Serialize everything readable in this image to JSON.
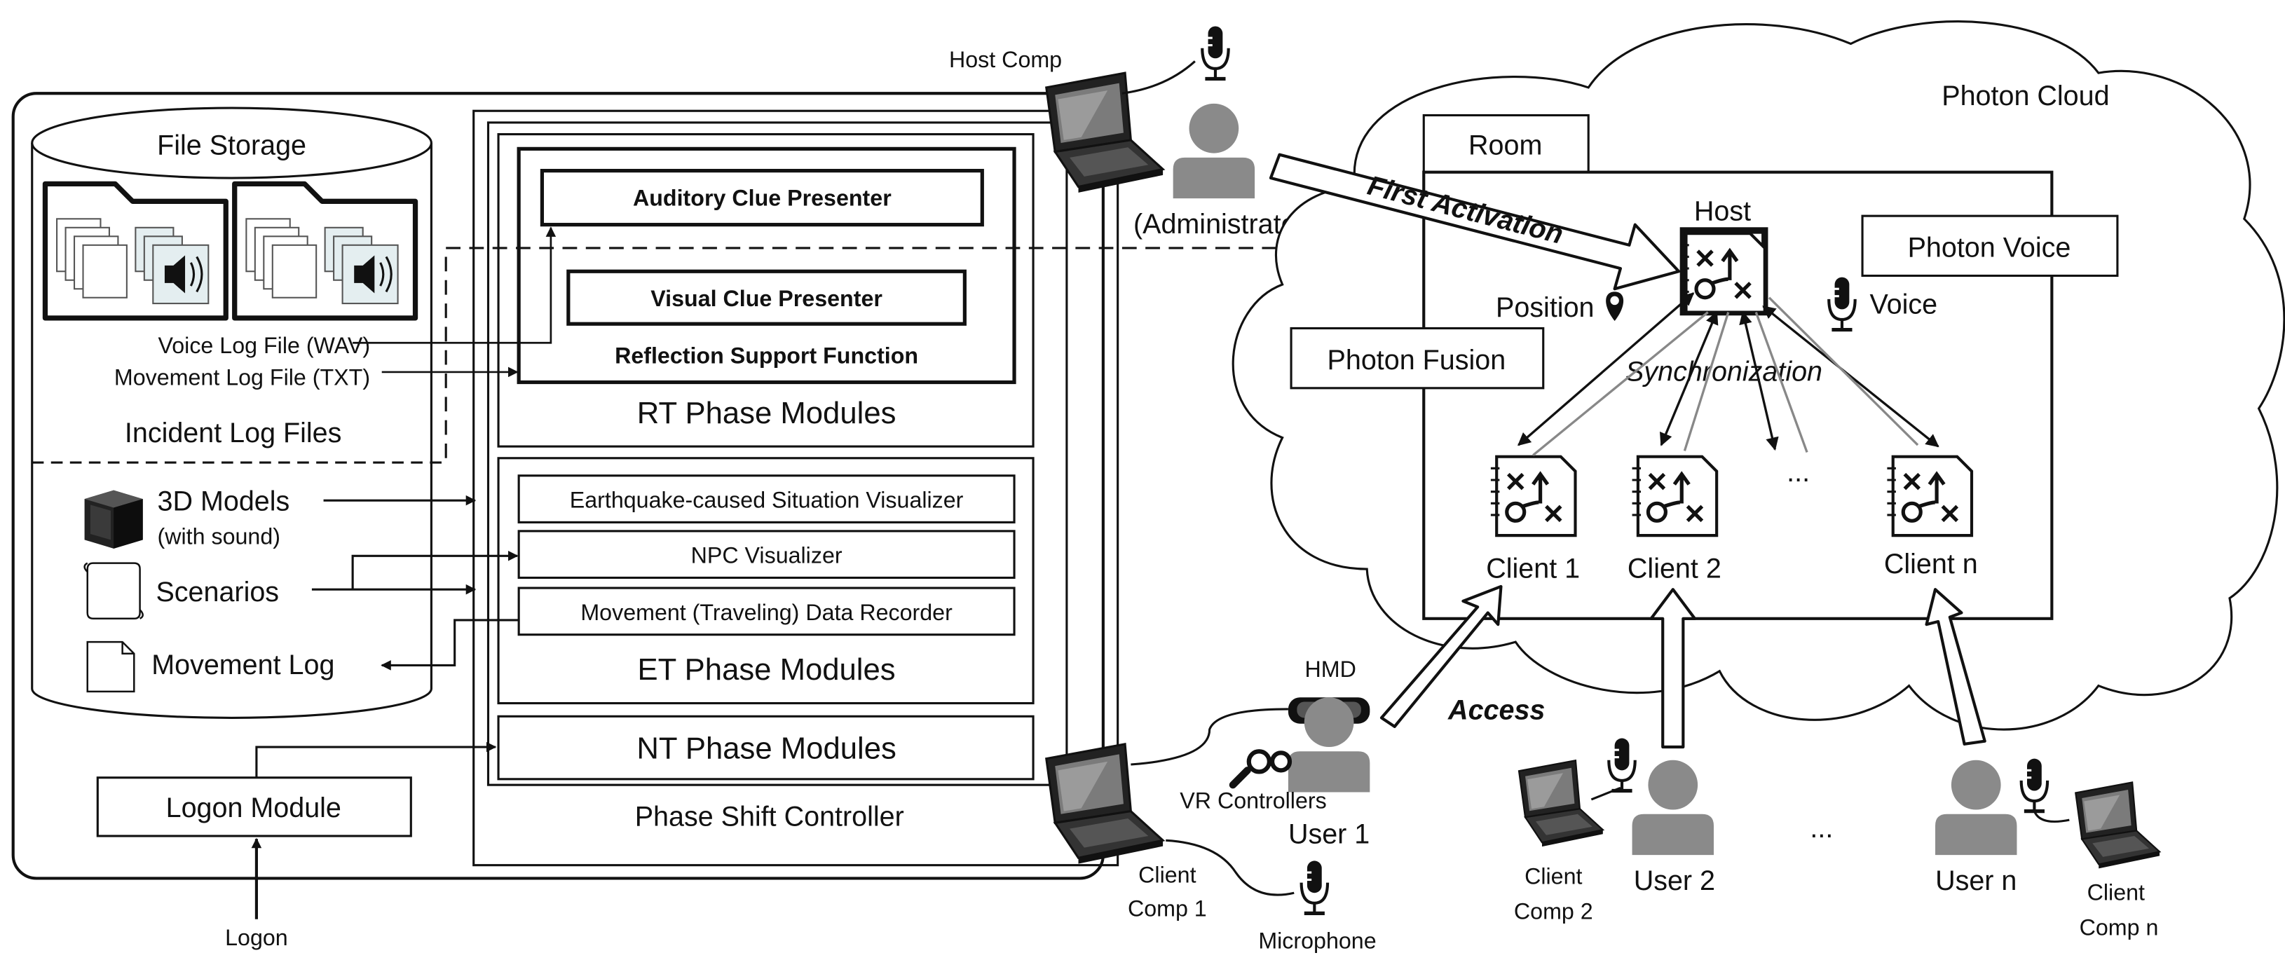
{
  "storage": {
    "file_storage": "File Storage",
    "voice_log_file": "Voice Log File (WAV)",
    "movement_log_file": "Movement Log File (TXT)",
    "incident_log_files": "Incident Log Files",
    "models_3d": "3D Models",
    "models_3d_note": "(with sound)",
    "scenarios": "Scenarios",
    "movement_log": "Movement Log"
  },
  "logon": {
    "module": "Logon Module",
    "logon": "Logon"
  },
  "rt": {
    "auditory": "Auditory Clue Presenter",
    "visual": "Visual Clue Presenter",
    "reflection": "Reflection Support Function",
    "title": "RT Phase Modules"
  },
  "et": {
    "earthquake": "Earthquake-caused Situation Visualizer",
    "npc": "NPC Visualizer",
    "recorder": "Movement (Traveling) Data Recorder",
    "title": "ET Phase Modules"
  },
  "nt": {
    "title": "NT Phase Modules"
  },
  "controller": {
    "title": "Phase Shift Controller"
  },
  "host_side": {
    "host_comp": "Host Comp",
    "administrator": "(Administrator)"
  },
  "cloud": {
    "title": "Photon Cloud",
    "room": "Room",
    "host": "Host",
    "photon_voice": "Photon Voice",
    "photon_fusion": "Photon Fusion",
    "position": "Position",
    "voice": "Voice",
    "synchronization": "Synchronization",
    "first_activation": "First Activation",
    "access": "Access",
    "client1": "Client 1",
    "client2": "Client 2",
    "client_n": "Client n",
    "ellipsis": "..."
  },
  "users": {
    "hmd": "HMD",
    "vr_controllers": "VR Controllers",
    "user1": "User 1",
    "client_comp1_a": "Client",
    "client_comp1_b": "Comp 1",
    "microphone": "Microphone",
    "user2": "User 2",
    "client_comp2_a": "Client",
    "client_comp2_b": "Comp 2",
    "ellipsis": "...",
    "user_n": "User n",
    "client_compn_a": "Client",
    "client_compn_b": "Comp n"
  }
}
